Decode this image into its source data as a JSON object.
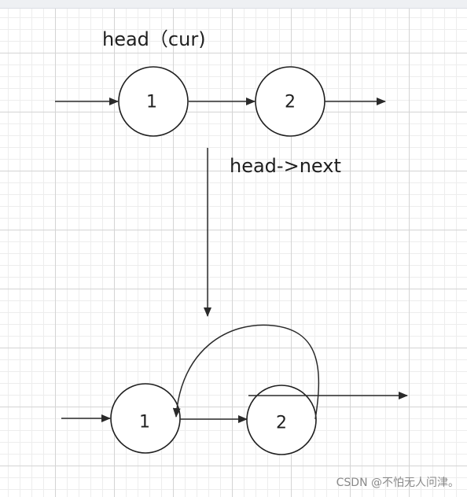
{
  "top": {
    "caption": "head（cur)",
    "node_a": "1",
    "node_b": "2"
  },
  "transition_label": "head->next",
  "bottom": {
    "node_a": "1",
    "node_b": "2"
  },
  "watermark": "CSDN @不怕无人问津。"
}
